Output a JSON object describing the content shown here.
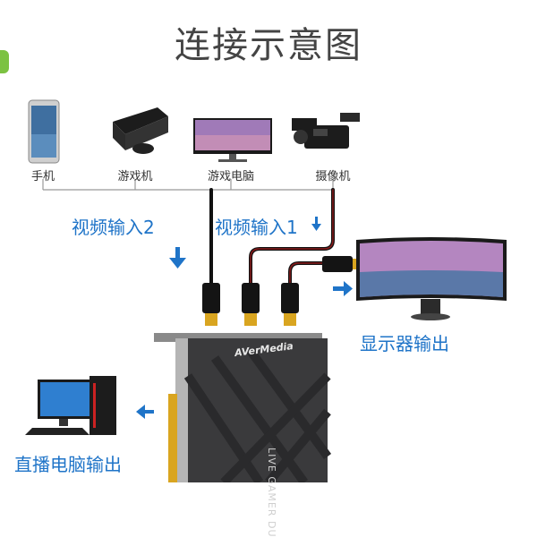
{
  "title": "连接示意图",
  "devices": [
    {
      "name": "phone",
      "label": "手机"
    },
    {
      "name": "console",
      "label": "游戏机"
    },
    {
      "name": "gaming-pc",
      "label": "游戏电脑"
    },
    {
      "name": "camcorder",
      "label": "摄像机"
    }
  ],
  "labels": {
    "video_input_2": "视频输入2",
    "video_input_1": "视频输入1",
    "display_output": "显示器输出",
    "stream_pc_output": "直播电脑输出"
  },
  "card": {
    "brand": "AVerMedia",
    "model": "LIVE GAMER DU"
  },
  "colors": {
    "accent_blue": "#1f74c8",
    "connector_gold": "#d9a520",
    "card_dark": "#3a3a3c"
  },
  "icons": [
    "down-arrow-icon",
    "right-arrow-icon",
    "left-arrow-icon"
  ]
}
